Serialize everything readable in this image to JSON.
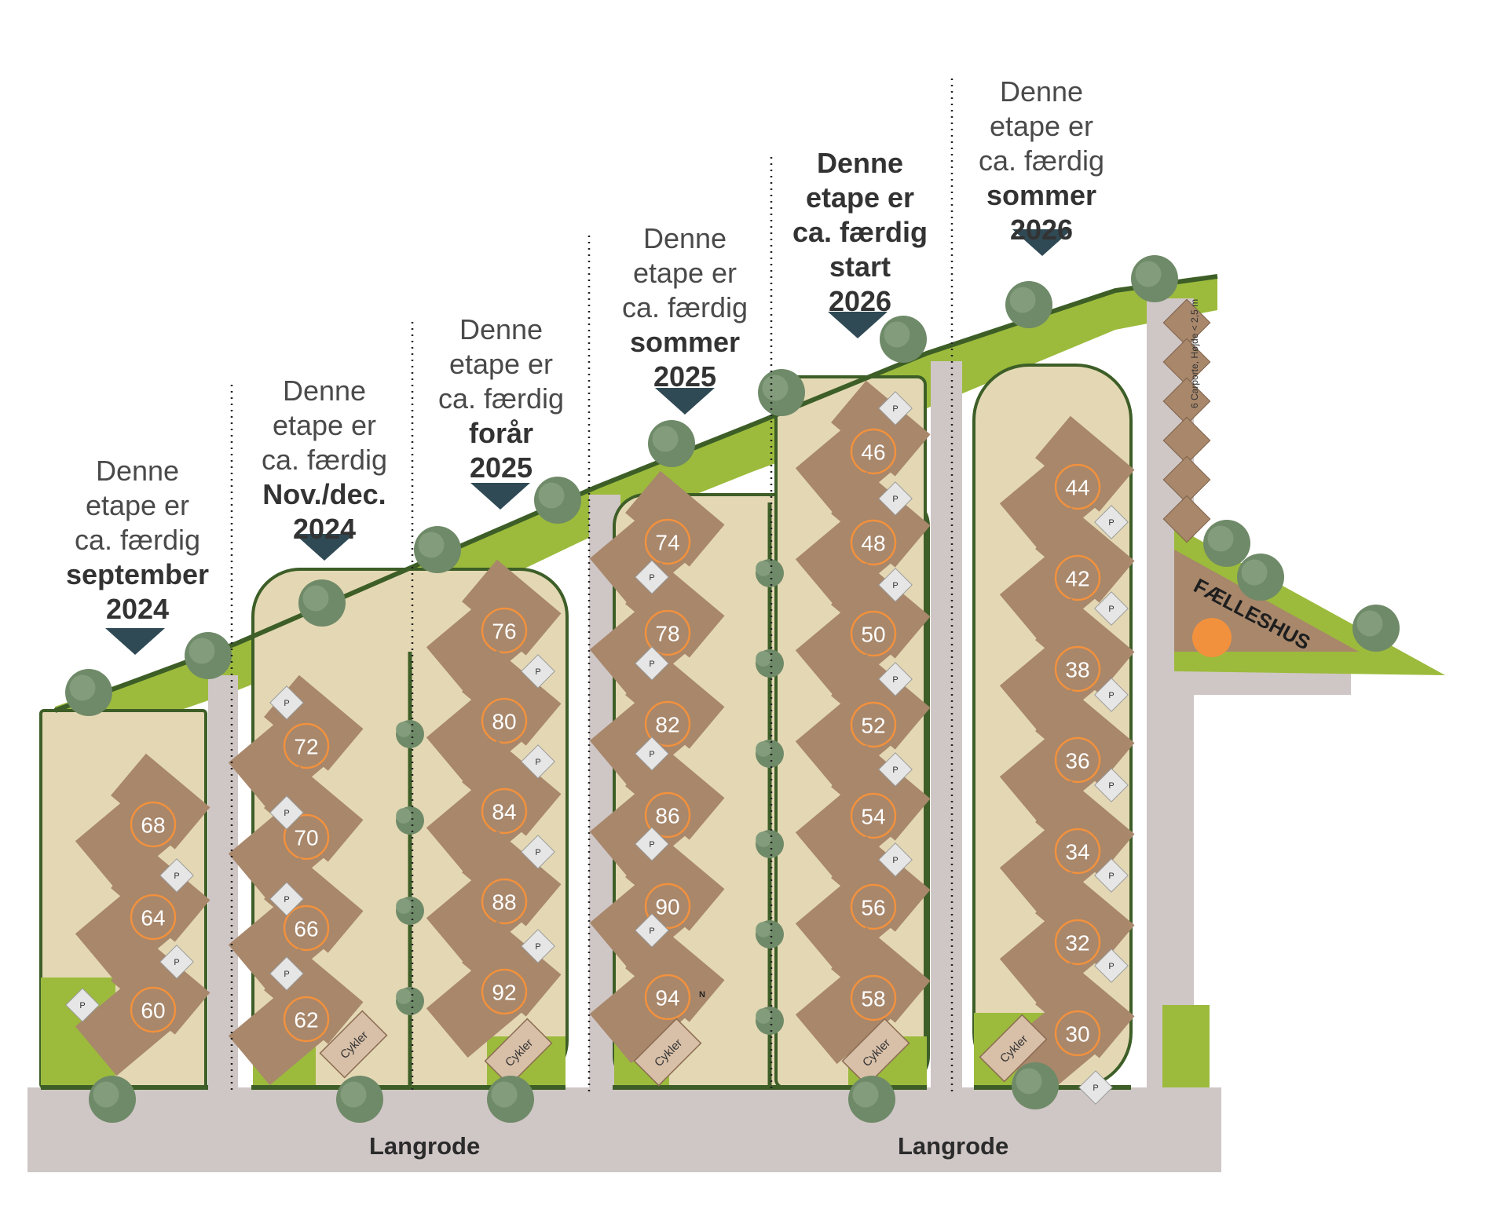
{
  "stages": [
    {
      "lines": [
        "Denne",
        "etape er",
        "ca. færdig"
      ],
      "bold": [
        "september",
        "2024"
      ]
    },
    {
      "lines": [
        "Denne",
        "etape er",
        "ca. færdig"
      ],
      "bold": [
        "Nov./dec.",
        "2024"
      ]
    },
    {
      "lines": [
        "Denne",
        "etape er",
        "ca. færdig"
      ],
      "bold": [
        "forår",
        "2025"
      ]
    },
    {
      "lines": [
        "Denne",
        "etape er",
        "ca. færdig"
      ],
      "bold": [
        "sommer",
        "2025"
      ]
    },
    {
      "lines": [],
      "bold": [
        "Denne",
        "etape er",
        "ca. færdig",
        "start",
        "2026"
      ]
    },
    {
      "lines": [
        "Denne",
        "etape er",
        "ca. færdig"
      ],
      "bold": [
        "sommer",
        "2026"
      ]
    }
  ],
  "roads": [
    "Langrode",
    "Langrode"
  ],
  "units": {
    "col1": [
      "68",
      "64",
      "60"
    ],
    "col2": [
      "72",
      "70",
      "66",
      "62"
    ],
    "col3": [
      "76",
      "80",
      "84",
      "88",
      "92"
    ],
    "col4": [
      "74",
      "78",
      "82",
      "86",
      "90",
      "94"
    ],
    "col5": [
      "46",
      "48",
      "50",
      "52",
      "54",
      "56",
      "58"
    ],
    "col6": [
      "44",
      "42",
      "38",
      "36",
      "34",
      "32",
      "30"
    ]
  },
  "bike_label": "Cykler",
  "parking_label": "P",
  "common_house": "FÆLLESHUS",
  "carport_note": "6 Carporte, Højde < 2,5 m",
  "compass": "N",
  "colors": {
    "house": "#a8876b",
    "grass": "#9cbb3c",
    "path": "#e4d8b4",
    "road": "#cfc6c6",
    "terrace": "#d9d9d9",
    "hedge": "#3d5e27",
    "tree": "#6f8a68",
    "accent": "#f2913d",
    "marker": "#2f4a55"
  }
}
